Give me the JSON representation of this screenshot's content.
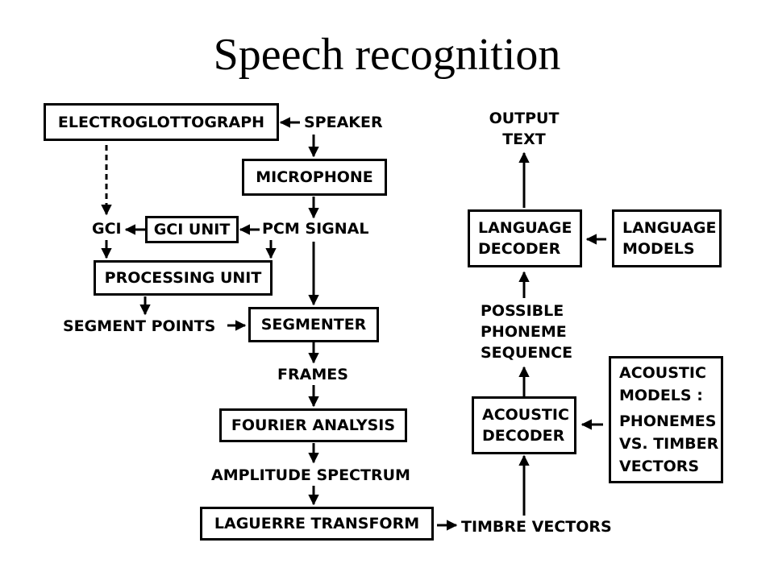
{
  "title": "Speech recognition",
  "nodes": {
    "electroglottograph": "ELECTROGLOTTOGRAPH",
    "speaker": "SPEAKER",
    "microphone": "MICROPHONE",
    "gci": "GCI",
    "gci_unit": "GCI UNIT",
    "pcm_signal": "PCM SIGNAL",
    "processing_unit": "PROCESSING UNIT",
    "segment_points": "SEGMENT POINTS",
    "segmenter": "SEGMENTER",
    "frames": "FRAMES",
    "fourier_analysis": "FOURIER ANALYSIS",
    "amplitude_spectrum": "AMPLITUDE SPECTRUM",
    "laguerre_transform": "LAGUERRE TRANSFORM",
    "timbre_vectors": "TIMBRE VECTORS",
    "output_text": [
      "OUTPUT",
      "TEXT"
    ],
    "language_decoder": [
      "LANGUAGE",
      "DECODER"
    ],
    "language_models": [
      "LANGUAGE",
      "MODELS"
    ],
    "possible_phoneme_sequence": [
      "POSSIBLE",
      "PHONEME",
      "SEQUENCE"
    ],
    "acoustic_decoder": [
      "ACOUSTIC",
      "DECODER"
    ],
    "acoustic_models": [
      "ACOUSTIC",
      "MODELS :",
      "PHONEMES",
      "VS. TIMBER",
      "VECTORS"
    ]
  }
}
